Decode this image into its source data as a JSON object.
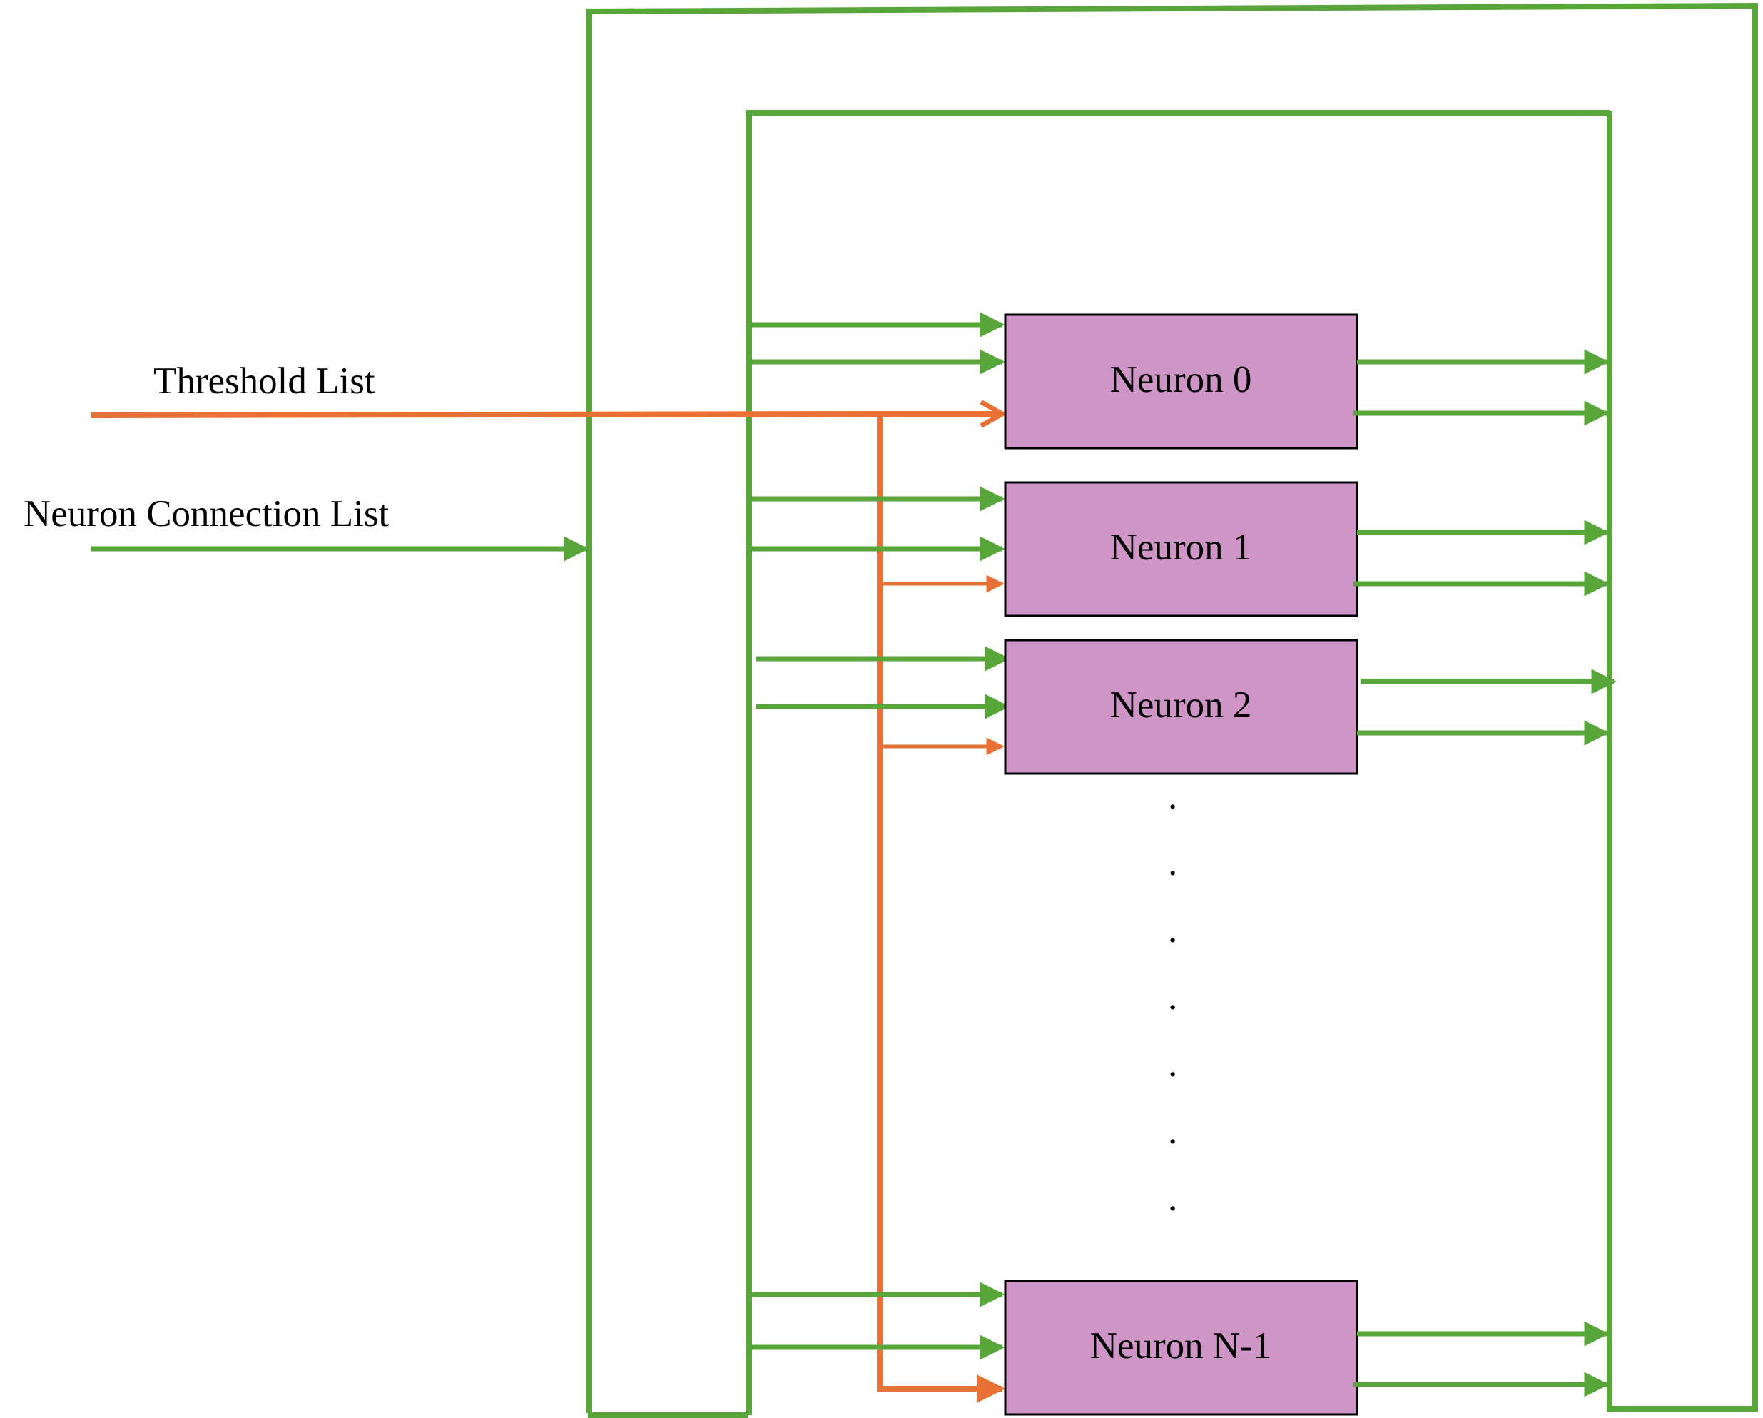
{
  "diagram": {
    "inputs": {
      "threshold_list": "Threshold List",
      "neuron_connection_list": "Neuron Connection List"
    },
    "neurons": [
      {
        "label": "Neuron 0"
      },
      {
        "label": "Neuron 1"
      },
      {
        "label": "Neuron 2"
      },
      {
        "label": "Neuron N-1"
      }
    ],
    "ellipsis": ".",
    "colors": {
      "connection": "#58a63a",
      "threshold": "#ea7135",
      "neuron_fill": "#cf95c7",
      "neuron_stroke": "#000000"
    }
  }
}
